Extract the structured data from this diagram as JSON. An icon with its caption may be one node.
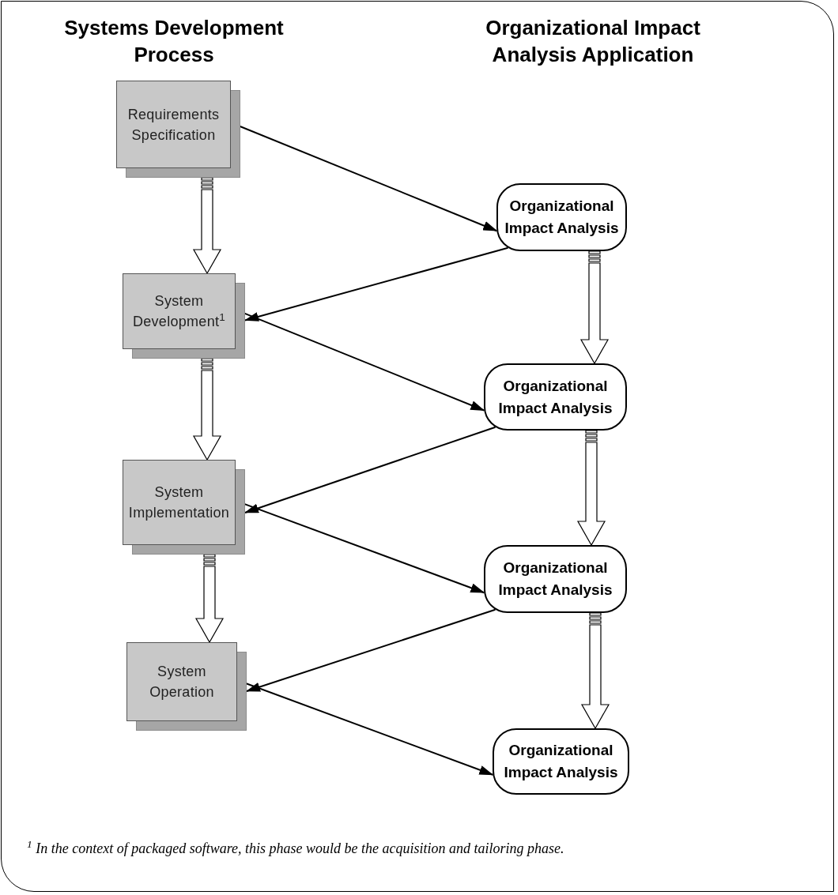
{
  "diagram": {
    "caption": "$^{1}$ In the context of packaged software, this phase would be the acquisition and tailoring phase.",
    "nodes": [
      {
        "text": [
          "Requirements Specification"
        ]
      },
      {
        "text": [
          "System Development$^{1}$"
        ]
      },
      {
        "text": [
          "System Implementation"
        ]
      },
      {
        "text": [
          "System Operation"
        ]
      },
      {
        "text": [
          "Organizational Impact Analysis"
        ]
      },
      {
        "text": [
          "Organizational Impact Analysis"
        ]
      },
      {
        "text": [
          "Organizational Impact Analysis"
        ]
      },
      {
        "text": [
          "Organizational Impact Analysis"
        ]
      }
    ],
    "edges": [
      {
        "from": 0,
        "to": 4,
        "arrow": "to"
      },
      {
        "from": 4,
        "to": 1,
        "arrow": "to"
      },
      {
        "from": 1,
        "to": 5,
        "arrow": "to"
      },
      {
        "from": 5,
        "to": 2,
        "arrow": "to"
      },
      {
        "from": 2,
        "to": 6,
        "arrow": "to"
      },
      {
        "from": 6,
        "to": 3,
        "arrow": "to"
      },
      {
        "from": 3,
        "to": 7,
        "arrow": "to"
      },
      {
        "from": 0,
        "to": 1,
        "arrow": "to",
        "style": "thick"
      },
      {
        "from": 1,
        "to": 2,
        "arrow": "to",
        "style": "thick"
      },
      {
        "from": 2,
        "to": 3,
        "arrow": "to",
        "style": "thick"
      },
      {
        "from": 4,
        "to": 5,
        "arrow": "to",
        "style": "thick"
      },
      {
        "from": 5,
        "to": 6,
        "arrow": "to",
        "style": "thick"
      },
      {
        "from": 6,
        "to": 7,
        "arrow": "to",
        "style": "thick"
      }
    ],
    "labels": [
      "Systems Development Process",
      "Organizational Impact Analysis Application"
    ]
  }
}
